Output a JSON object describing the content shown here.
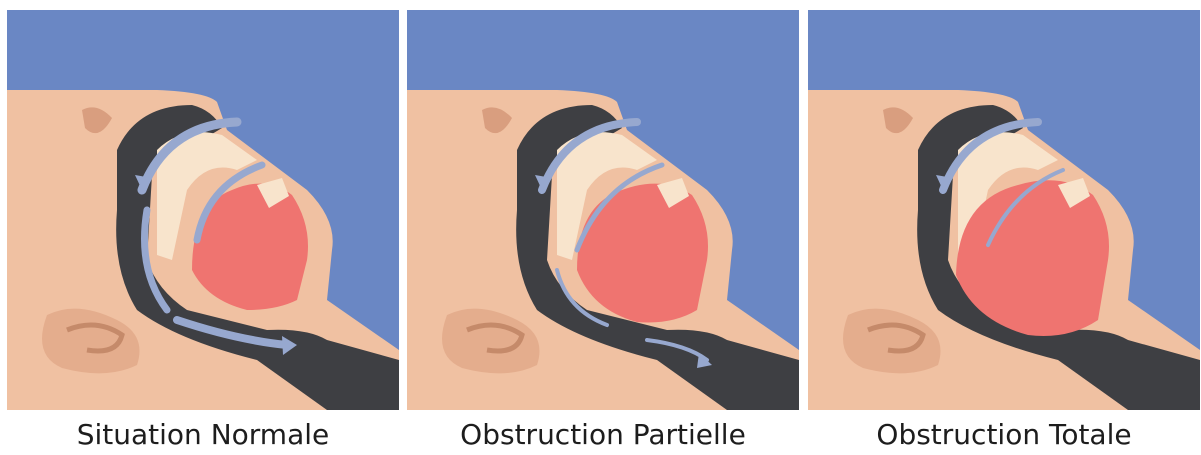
{
  "panels": [
    {
      "caption": "Situation Normale",
      "state": "normal",
      "airflow": 1.0
    },
    {
      "caption": "Obstruction Partielle",
      "state": "partial",
      "airflow": 0.5
    },
    {
      "caption": "Obstruction Totale",
      "state": "total",
      "airflow": 0.0
    }
  ],
  "colors": {
    "sky": "#6a87c4",
    "skin": "#f0c1a2",
    "skin_shadow": "#d99e7f",
    "airway": "#3e3f43",
    "airway_light": "#5b5d62",
    "tongue": "#ef7470",
    "palate": "#f8e4cc",
    "arrow": "#97a8cf"
  }
}
